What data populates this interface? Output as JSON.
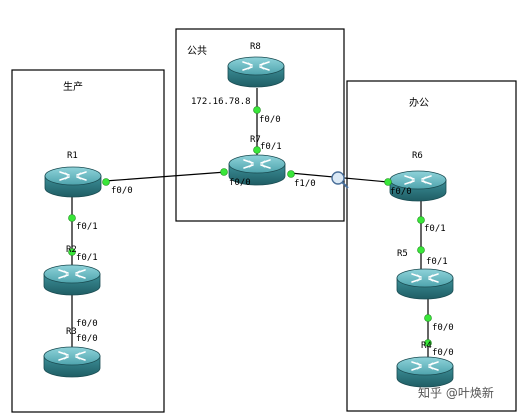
{
  "zones": {
    "production": "生产",
    "public": "公共",
    "office": "办公"
  },
  "routers": {
    "r1": "R1",
    "r2": "R2",
    "r3": "R3",
    "r5": "R5",
    "r6": "R6",
    "r7": "R7",
    "r8": "R8",
    "r4": "R4"
  },
  "ports": {
    "r1_f00": "f0/0",
    "r1_f01": "f0/1",
    "r2_f01": "f0/1",
    "r2_f00": "f0/0",
    "r3_f00": "f0/0",
    "r8_f00": "f0/0",
    "r7_f01": "f0/1",
    "r7_f00": "f0/0",
    "r7_f10": "f1/0",
    "r6_f00": "f0/0",
    "r6_f01": "f0/1",
    "r5_f01": "f0/1",
    "r5_f00": "f0/0",
    "r4_f00": "f0/0"
  },
  "ip": {
    "r8_address": "172.16.78.8"
  },
  "watermark": "知乎 @叶焕新",
  "colors": {
    "router_body": "#3a8a93",
    "router_top": "#6cbcc4",
    "port_dot": "#39e639",
    "link": "#000000"
  }
}
